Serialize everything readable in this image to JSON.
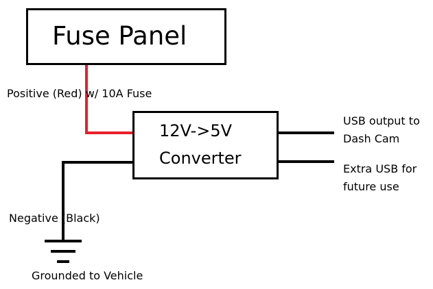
{
  "fuse_panel": {
    "label": "Fuse Panel"
  },
  "converter": {
    "line1": "12V->5V",
    "line2": "Converter"
  },
  "labels": {
    "positive": "Positive (Red) w/ 10A Fuse",
    "negative": "Negative (Black)",
    "ground": "Grounded to Vehicle",
    "usb_output_line1": "USB output to",
    "usb_output_line2": "Dash Cam",
    "extra_usb_line1": "Extra USB for",
    "extra_usb_line2": "future use"
  },
  "colors": {
    "positive_wire": "#e8202a",
    "negative_wire": "#000000"
  },
  "icons": {
    "ground": "ground-symbol"
  }
}
